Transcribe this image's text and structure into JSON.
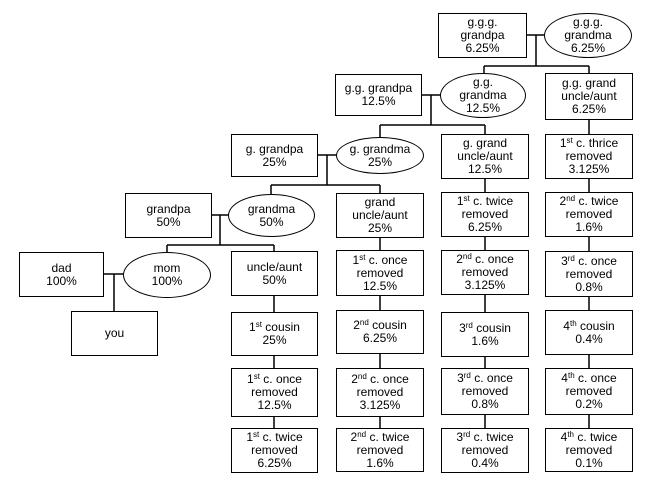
{
  "diagram": {
    "kind": "family tree relatedness chart",
    "background_color": "#ffffff",
    "line_color": "#000000",
    "shapes": {
      "rect": "rectangle relative",
      "ellipse": "maternal-line relative"
    }
  },
  "nodes": {
    "ggg_grandpa": {
      "shape": "rect",
      "l1": "g.g.g.",
      "l2": "grandpa",
      "pct": "6.25%"
    },
    "ggg_grandma": {
      "shape": "ellipse",
      "l1": "g.g.g.",
      "l2": "grandma",
      "pct": "6.25%"
    },
    "gg_grandpa": {
      "shape": "rect",
      "l1": "g.g. grandpa",
      "pct": "12.5%"
    },
    "gg_grandma": {
      "shape": "ellipse",
      "l1": "g.g.",
      "l2": "grandma",
      "pct": "12.5%"
    },
    "gg_grand_ua": {
      "shape": "rect",
      "l1": "g.g. grand",
      "l2": "uncle/aunt",
      "pct": "6.25%"
    },
    "g_grandpa": {
      "shape": "rect",
      "l1": "g. grandpa",
      "pct": "25%"
    },
    "g_grandma": {
      "shape": "ellipse",
      "l1": "g. grandma",
      "pct": "25%"
    },
    "g_grand_ua": {
      "shape": "rect",
      "l1": "g. grand",
      "l2": "uncle/aunt",
      "pct": "12.5%"
    },
    "c1_thrice": {
      "shape": "rect",
      "ord": "1",
      "sup": "st",
      "tail": " c. thrice",
      "l2": "removed",
      "pct": "3.125%"
    },
    "grandpa": {
      "shape": "rect",
      "l1": "grandpa",
      "pct": "50%"
    },
    "grandma": {
      "shape": "ellipse",
      "l1": "grandma",
      "pct": "50%"
    },
    "grand_ua": {
      "shape": "rect",
      "l1": "grand",
      "l2": "uncle/aunt",
      "pct": "25%"
    },
    "c1_twice_up": {
      "shape": "rect",
      "ord": "1",
      "sup": "st",
      "tail": " c. twice",
      "l2": "removed",
      "pct": "6.25%"
    },
    "c2_twice_up": {
      "shape": "rect",
      "ord": "2",
      "sup": "nd",
      "tail": " c. twice",
      "l2": "removed",
      "pct": "1.6%"
    },
    "dad": {
      "shape": "rect",
      "l1": "dad",
      "pct": "100%"
    },
    "mom": {
      "shape": "ellipse",
      "l1": "mom",
      "pct": "100%"
    },
    "uncle_aunt": {
      "shape": "rect",
      "l1": "uncle/aunt",
      "pct": "50%"
    },
    "c1_once_up": {
      "shape": "rect",
      "ord": "1",
      "sup": "st",
      "tail": " c. once",
      "l2": "removed",
      "pct": "12.5%"
    },
    "c2_once_up": {
      "shape": "rect",
      "ord": "2",
      "sup": "nd",
      "tail": " c. once",
      "l2": "removed",
      "pct": "3.125%"
    },
    "c3_once_up": {
      "shape": "rect",
      "ord": "3",
      "sup": "rd",
      "tail": " c. once",
      "l2": "removed",
      "pct": "0.8%"
    },
    "you": {
      "shape": "rect",
      "l1": "you"
    },
    "cousin1": {
      "shape": "rect",
      "ord": "1",
      "sup": "st",
      "tail": " cousin",
      "pct": "25%"
    },
    "cousin2": {
      "shape": "rect",
      "ord": "2",
      "sup": "nd",
      "tail": " cousin",
      "pct": "6.25%"
    },
    "cousin3": {
      "shape": "rect",
      "ord": "3",
      "sup": "rd",
      "tail": " cousin",
      "pct": "1.6%"
    },
    "cousin4": {
      "shape": "rect",
      "ord": "4",
      "sup": "th",
      "tail": " cousin",
      "pct": "0.4%"
    },
    "c1_once_low": {
      "shape": "rect",
      "ord": "1",
      "sup": "st",
      "tail": " c. once",
      "l2": "removed",
      "pct": "12.5%"
    },
    "c2_once_low": {
      "shape": "rect",
      "ord": "2",
      "sup": "nd",
      "tail": " c. once",
      "l2": "removed",
      "pct": "3.125%"
    },
    "c3_once_low": {
      "shape": "rect",
      "ord": "3",
      "sup": "rd",
      "tail": " c. once",
      "l2": "removed",
      "pct": "0.8%"
    },
    "c4_once": {
      "shape": "rect",
      "ord": "4",
      "sup": "th",
      "tail": " c. once",
      "l2": "removed",
      "pct": "0.2%"
    },
    "c1_twice_low": {
      "shape": "rect",
      "ord": "1",
      "sup": "st",
      "tail": " c. twice",
      "l2": "removed",
      "pct": "6.25%"
    },
    "c2_twice_low": {
      "shape": "rect",
      "ord": "2",
      "sup": "nd",
      "tail": " c. twice",
      "l2": "removed",
      "pct": "1.6%"
    },
    "c3_twice_low": {
      "shape": "rect",
      "ord": "3",
      "sup": "rd",
      "tail": " c. twice",
      "l2": "removed",
      "pct": "0.4%"
    },
    "c4_twice": {
      "shape": "rect",
      "ord": "4",
      "sup": "th",
      "tail": " c. twice",
      "l2": "removed",
      "pct": "0.1%"
    }
  }
}
